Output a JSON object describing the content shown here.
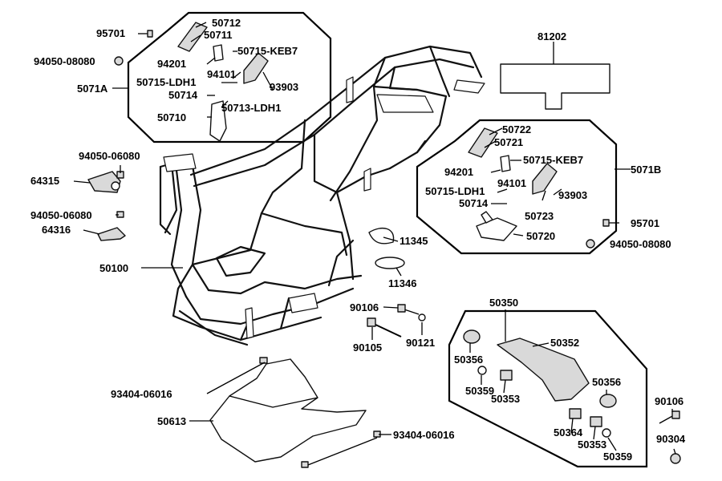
{
  "labels": {
    "p50712": "50712",
    "p50711": "50711",
    "p95701_a": "95701",
    "p94050_08080_a": "94050-08080",
    "p94201_a": "94201",
    "p50715keb7_a": "50715-KEB7",
    "p94101_a": "94101",
    "p5071a": "5071A",
    "p50715ldh1_a": "50715-LDH1",
    "p93903_a": "93903",
    "p50714_a": "50714",
    "p50713ldh1": "50713-LDH1",
    "p50710": "50710",
    "p81202": "81202",
    "p50722": "50722",
    "p50721": "50721",
    "p50715keb7_b": "50715-KEB7",
    "p94201_b": "94201",
    "p5071b": "5071B",
    "p94101_b": "94101",
    "p50715ldh1_b": "50715-LDH1",
    "p93903_b": "93903",
    "p50714_b": "50714",
    "p50723": "50723",
    "p95701_b": "95701",
    "p50720": "50720",
    "p94050_08080_b": "94050-08080",
    "p94050_06080_a": "94050-06080",
    "p64315": "64315",
    "p94050_06080_b": "94050-06080",
    "p64316": "64316",
    "p11345": "11345",
    "p11346": "11346",
    "p50100": "50100",
    "p90106_a": "90106",
    "p90105": "90105",
    "p90121": "90121",
    "p50350": "50350",
    "p50352": "50352",
    "p50356_a": "50356",
    "p50359_a": "50359",
    "p50353_a": "50353",
    "p50356_b": "50356",
    "p50364": "50364",
    "p50353_b": "50353",
    "p50359_b": "50359",
    "p90106_b": "90106",
    "p90304": "90304",
    "p93404_06016_a": "93404-06016",
    "p50613": "50613",
    "p93404_06016_b": "93404-06016"
  }
}
